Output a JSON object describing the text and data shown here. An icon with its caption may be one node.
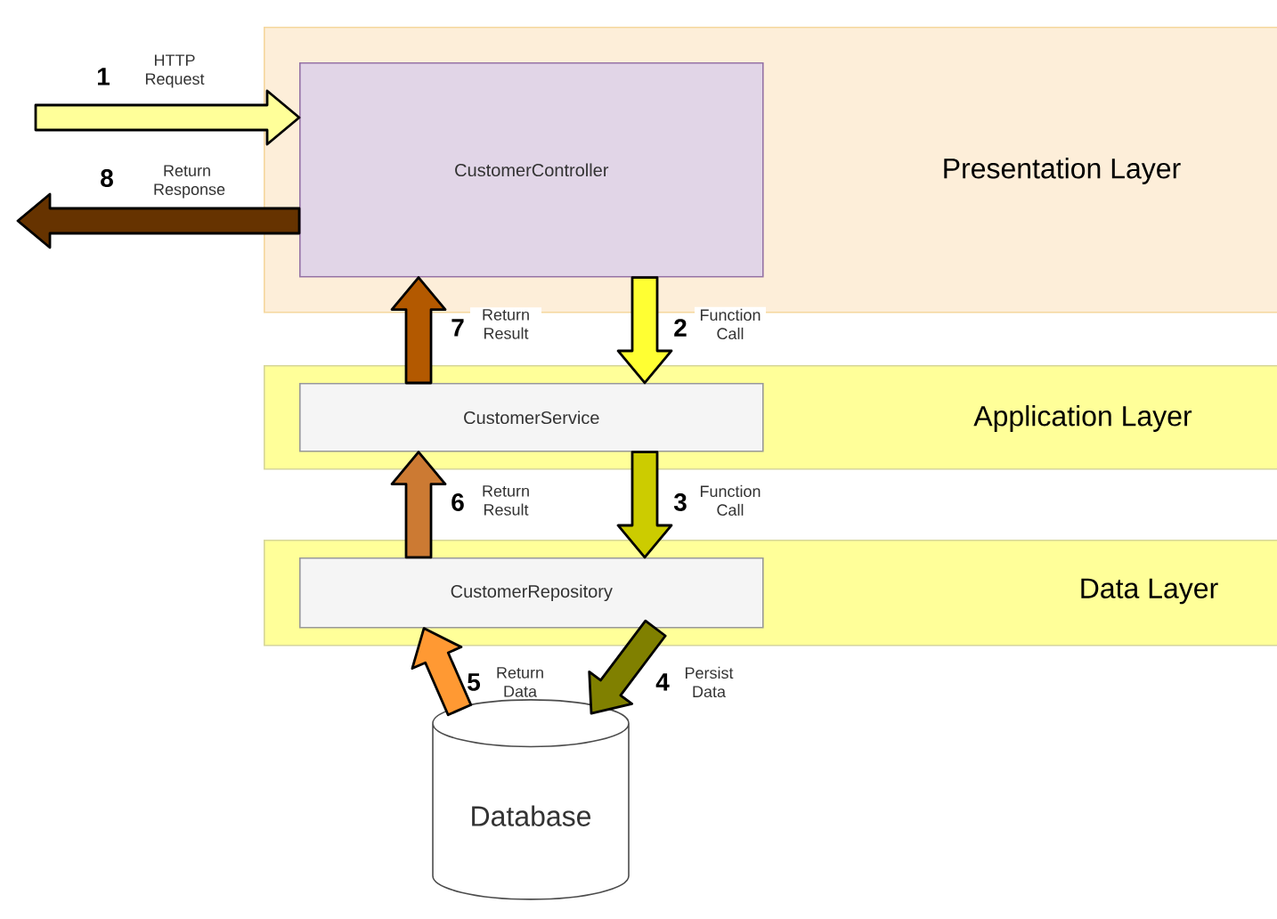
{
  "diagram": {
    "nodes": [
      {
        "text": [
          "Presentation Layer"
        ]
      },
      {
        "text": [
          "CustomerController"
        ],
        "in": 0
      },
      {
        "text": [
          "Application Layer"
        ]
      },
      {
        "text": [
          "CustomerService"
        ],
        "in": 2
      },
      {
        "text": [
          "Data Layer"
        ]
      },
      {
        "text": [
          "CustomerRepository"
        ],
        "in": 4
      },
      {
        "text": [
          "Database"
        ]
      }
    ],
    "edges": [
      {
        "from": null,
        "to": 1,
        "arrow": "to",
        "label": "HTTP Request",
        "color": "#ffff99"
      },
      {
        "from": 1,
        "to": null,
        "arrow": "to",
        "label": "Return Response",
        "color": "#663300"
      },
      {
        "from": 3,
        "to": 1,
        "arrow": "to",
        "label": "Return Result",
        "color": "#b35900"
      },
      {
        "from": 1,
        "to": 3,
        "arrow": "to",
        "label": "Function Call",
        "color": "#ffff33"
      },
      {
        "from": 5,
        "to": 3,
        "arrow": "to",
        "label": "Return Result",
        "color": "#cc7a33"
      },
      {
        "from": 3,
        "to": 5,
        "arrow": "to",
        "label": "Function Call",
        "color": "#cccc00"
      },
      {
        "from": 6,
        "to": 5,
        "arrow": "to",
        "label": "Return Data",
        "color": "#ff9933"
      },
      {
        "from": 5,
        "to": 6,
        "arrow": "to",
        "label": "Persist Data",
        "color": "#808000"
      }
    ],
    "labels": [
      "1",
      "8",
      "7",
      "2",
      "6",
      "3",
      "5",
      "4"
    ]
  }
}
